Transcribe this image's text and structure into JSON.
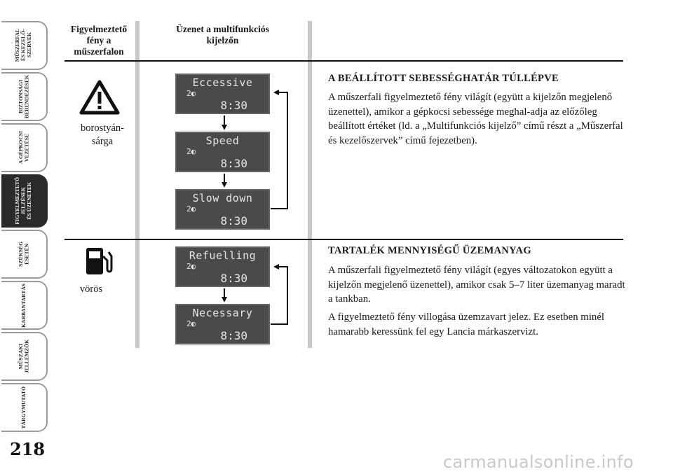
{
  "side_tabs": [
    {
      "label": "MŰSZERFAL\nÉS KEZELŐ-\nSZERVEK",
      "active": false
    },
    {
      "label": "BIZTONSÁGI\nBERENDEZÉSEK",
      "active": false
    },
    {
      "label": "A GÉPKOCSI\nVEZETÉSE",
      "active": false
    },
    {
      "label": "FIGYELMEZTETŐ\nJELZÉSEK\nÉS ÜZENETEK",
      "active": true
    },
    {
      "label": "SZÜKSÉG\nESETÉN",
      "active": false
    },
    {
      "label": "KARBANTARTÁS",
      "active": false
    },
    {
      "label": "MŰSZAKI\nJELLEMZŐK",
      "active": false
    },
    {
      "label": "TÁRGYMUTATÓ",
      "active": false
    }
  ],
  "page_number": "218",
  "headers": {
    "col1": "Figyelmeztető\nfény a\nműszerfalon",
    "col2": "Üzenet a multifunkciós\nkijelzőn"
  },
  "sections": [
    {
      "icon": "warning-triangle-icon",
      "light_color": "borostyán-\nsárga",
      "displays": [
        "Eccessive",
        "Speed",
        "Slow down"
      ],
      "odometer": "2",
      "time": "8:30",
      "title": "A BEÁLLÍTOTT SEBESSÉGHATÁR TÚLLÉPVE",
      "paragraphs": [
        "A műszerfali figyelmeztető fény világít (együtt a kijelzőn megjelenő üzenettel), amikor a gépkocsi sebessége meghal-adja az előzőleg beállított értéket (ld. a „Multifunkciós kijelző” című részt a „Műszerfal és kezelőszervek” című fejezetben)."
      ]
    },
    {
      "icon": "fuel-pump-icon",
      "light_color": "vörös",
      "displays": [
        "Refuelling",
        "Necessary"
      ],
      "odometer": "2",
      "time": "8:30",
      "title": "TARTALÉK MENNYISÉGŰ ÜZEMANYAG",
      "paragraphs": [
        "A műszerfali figyelmeztető fény világít (egyes változatokon együtt a kijelzőn megjelenő üzenettel), amikor csak 5–7 liter üzemanyag maradt a tankban.",
        "A figyelmeztető fény villogása üzemzavart jelez. Ez esetben minél hamarabb keressünk fel egy Lancia márkaszervizt."
      ]
    }
  ],
  "watermark": "carmanualsonline.info"
}
